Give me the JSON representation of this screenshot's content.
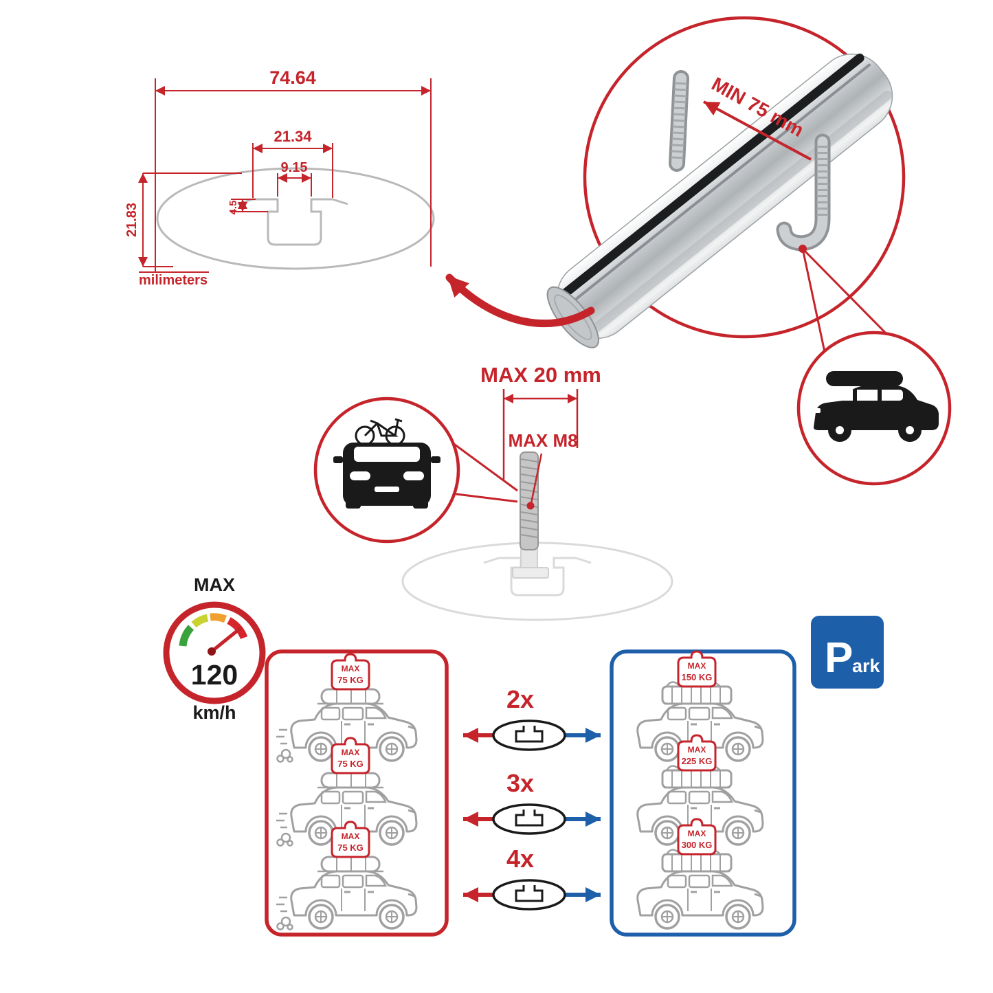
{
  "colors": {
    "accent_red": "#c5242b",
    "accent_blue": "#1e5fa9",
    "bar_dark": "#1c1d1e",
    "outline_gray": "#b9b9b9",
    "car_gray": "#a0a0a0",
    "gauge_green": "#3aa23a",
    "gauge_yellow": "#c9d32f",
    "gauge_orange": "#f0a02e",
    "gauge_red": "#d6252b"
  },
  "cross_section": {
    "total_width": "74.64",
    "channel_width": "21.34",
    "opening_width": "9.15",
    "lip_depth": "4.5",
    "total_height": "21.83",
    "units": "milimeters"
  },
  "clamp_detail": {
    "min_span": "MIN 75 mm"
  },
  "bolt_detail": {
    "max_length": "MAX 20 mm",
    "max_thread": "MAX M8"
  },
  "speed_limit": {
    "title": "MAX",
    "value": "120",
    "unit": "km/h"
  },
  "load_chart": {
    "dynamic": [
      {
        "tag_title": "MAX",
        "tag_value": "75 KG"
      },
      {
        "tag_title": "MAX",
        "tag_value": "75 KG"
      },
      {
        "tag_title": "MAX",
        "tag_value": "75 KG"
      }
    ],
    "multipliers": [
      "2x",
      "3x",
      "4x"
    ],
    "static": [
      {
        "tag_title": "MAX",
        "tag_value": "150 KG"
      },
      {
        "tag_title": "MAX",
        "tag_value": "225 KG"
      },
      {
        "tag_title": "MAX",
        "tag_value": "300 KG"
      }
    ],
    "park_sign": {
      "letter": "P",
      "suffix": "ark"
    }
  }
}
